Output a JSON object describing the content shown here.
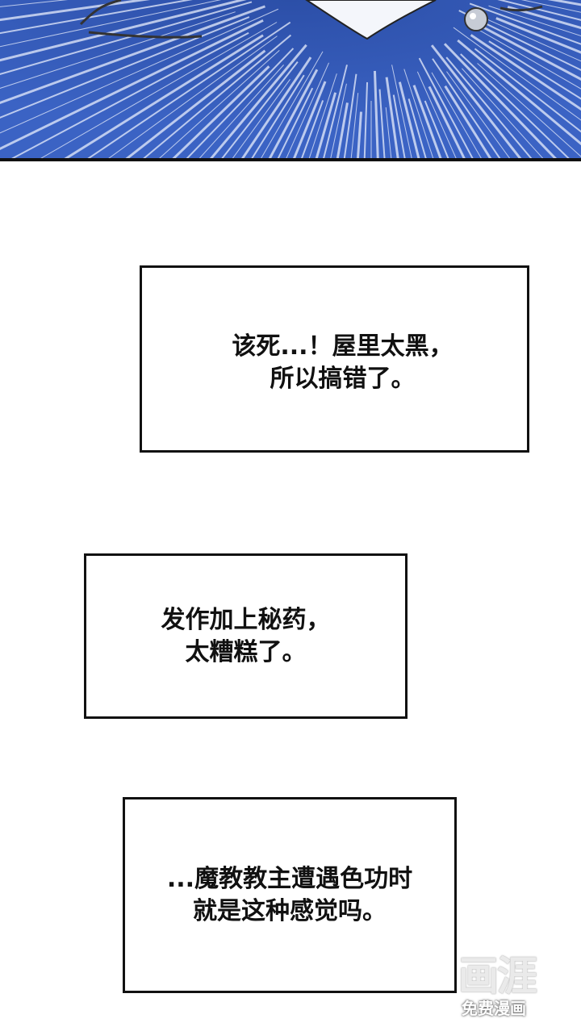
{
  "captions": [
    {
      "lines": [
        "该死...！屋里太黑，",
        "所以搞错了。"
      ]
    },
    {
      "lines": [
        "发作加上秘药，",
        "太糟糕了。"
      ]
    },
    {
      "lines": [
        "...魔教教主遭遇色功时",
        "就是这种感觉吗。"
      ]
    }
  ],
  "watermark": {
    "logo_text": "画涯",
    "sub_text": "免费漫画"
  },
  "colors": {
    "top_panel_blue": "#3558b6",
    "speed_lines": "#e8eefc",
    "caption_border": "#111111",
    "caption_text": "#111111"
  }
}
